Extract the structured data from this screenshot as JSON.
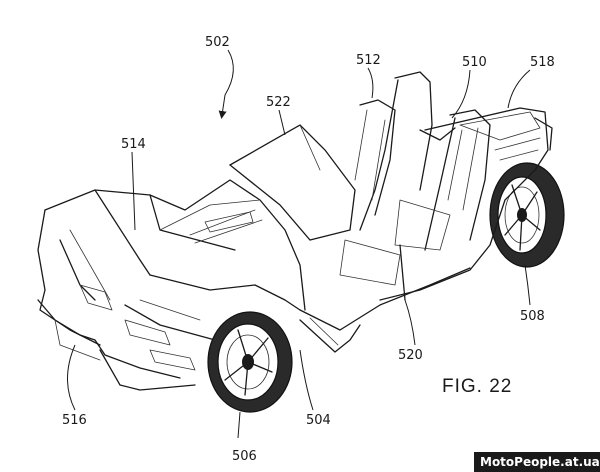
{
  "figure_label": "FIG. 22",
  "watermark": "MotoPeople.at.ua",
  "reference_numerals": {
    "assembly": "502",
    "front_wheel": "506",
    "side_sill": "504",
    "rear_wheel": "508",
    "passenger_seat": "510",
    "driver_seat": "512",
    "hood": "514",
    "front_fascia": "516",
    "rear_bodywork": "518",
    "cockpit_floor": "520",
    "windshield": "522"
  }
}
